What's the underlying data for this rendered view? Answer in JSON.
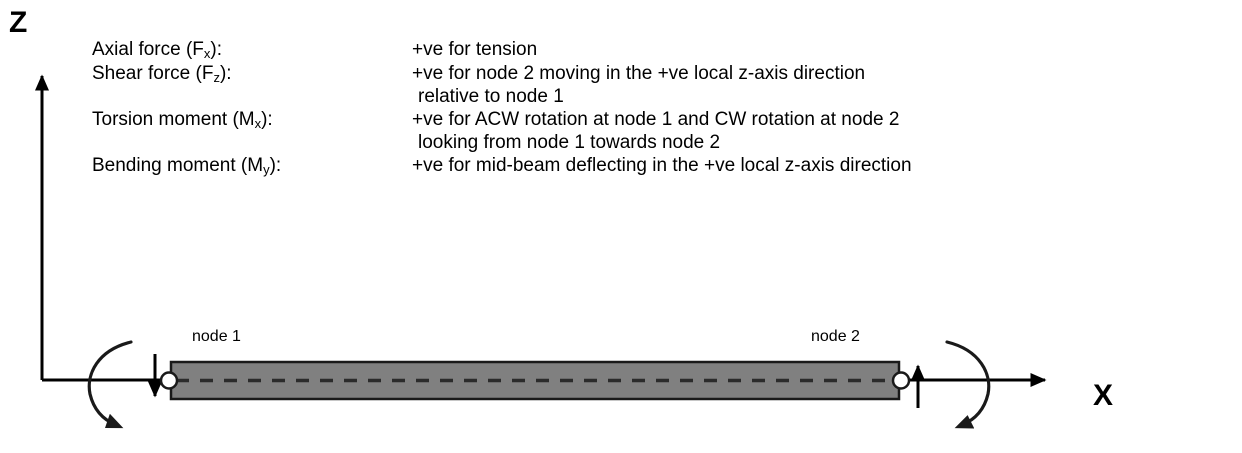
{
  "figure": {
    "kind": "beam-sign-convention-diagram",
    "background_color": "#ffffff",
    "line_color": "#000000",
    "beam_fill_color": "#808080"
  },
  "axes": {
    "vertical": {
      "label": "Z",
      "name": "z-axis"
    },
    "horizontal": {
      "label": "X",
      "name": "x-axis"
    }
  },
  "beam": {
    "node1_label": "node 1",
    "node2_label": "node 2"
  },
  "conventions": [
    {
      "term_prefix": "Axial force (F",
      "term_sub": "x",
      "term_suffix": "):",
      "description": "+ve for tension",
      "description_line2": ""
    },
    {
      "term_prefix": "Shear force (F",
      "term_sub": "z",
      "term_suffix": "):",
      "description": "+ve for node 2 moving in the +ve local z-axis direction",
      "description_line2": "relative to node 1"
    },
    {
      "term_prefix": "Torsion moment (M",
      "term_sub": "x",
      "term_suffix": "):",
      "description": "+ve for ACW rotation at node 1 and CW rotation at node 2",
      "description_line2": "looking from node 1 towards node 2"
    },
    {
      "term_prefix": "Bending moment (M",
      "term_sub": "y",
      "term_suffix": "):",
      "description": "+ve for mid-beam deflecting in the +ve local z-axis direction",
      "description_line2": ""
    }
  ],
  "annotations": {
    "node1_shear_arrow": "downward-arrow-at-node-1",
    "node2_shear_arrow": "upward-arrow-at-node-2",
    "node1_torsion_arc": "anticlockwise-curved-arrow-at-node-1",
    "node2_torsion_arc": "clockwise-curved-arrow-at-node-2"
  }
}
